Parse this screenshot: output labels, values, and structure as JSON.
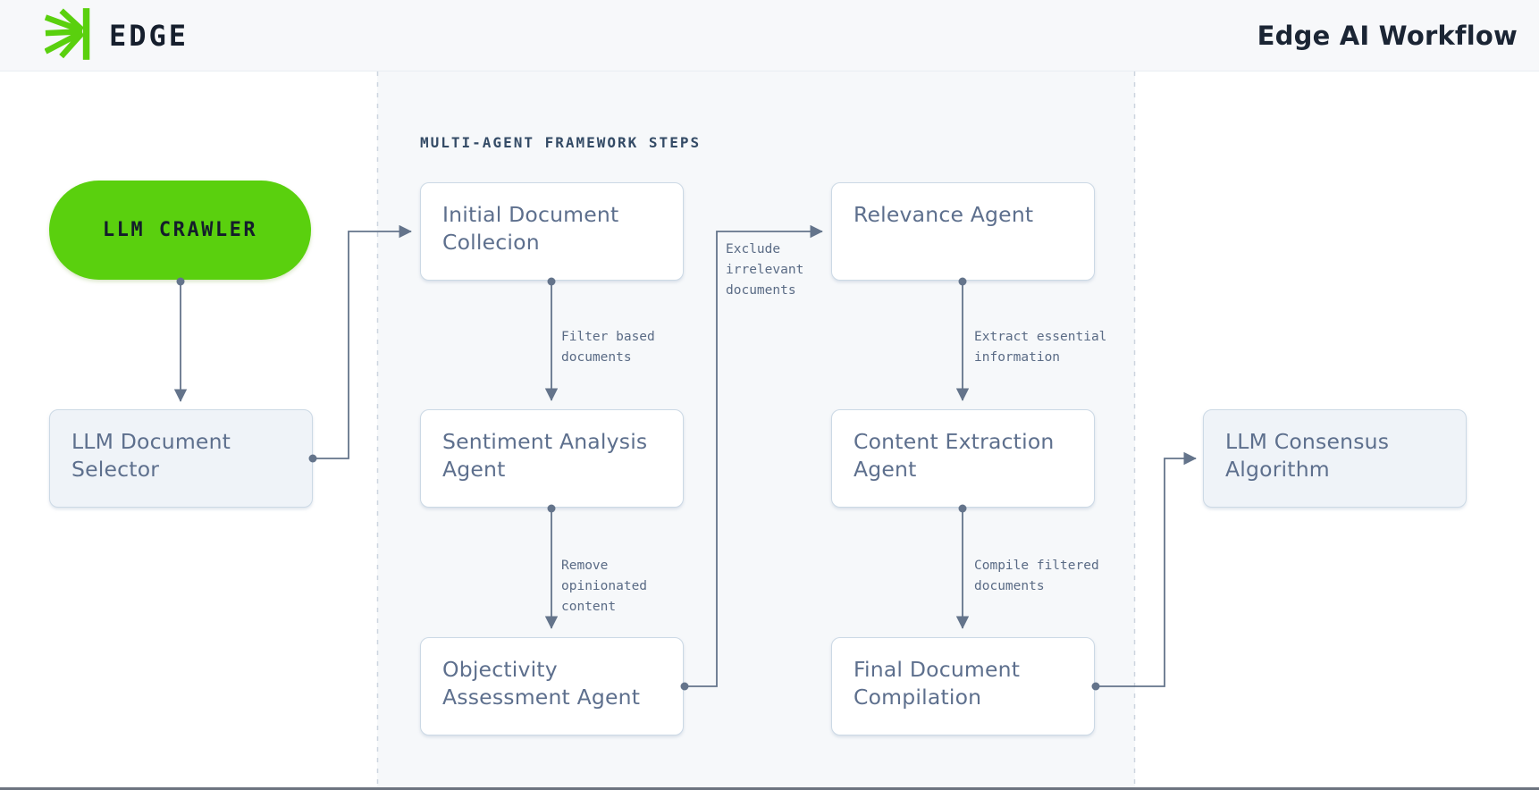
{
  "header": {
    "brand": "EDGE",
    "title": "Edge AI Workflow"
  },
  "section_label": "MULTI-AGENT FRAMEWORK STEPS",
  "nodes": {
    "crawler": {
      "label": "LLM CRAWLER",
      "shape": "pill",
      "fill": "#5ad00e"
    },
    "selector": {
      "label": "LLM Document Selector",
      "shape": "box",
      "fill": "#eff3f8"
    },
    "initial": {
      "label": "Initial Document Collecion",
      "shape": "box",
      "fill": "#ffffff"
    },
    "sentiment": {
      "label": "Sentiment Analysis Agent",
      "shape": "box",
      "fill": "#ffffff"
    },
    "objectivity": {
      "label": "Objectivity Assessment Agent",
      "shape": "box",
      "fill": "#ffffff"
    },
    "relevance": {
      "label": "Relevance Agent",
      "shape": "box",
      "fill": "#ffffff"
    },
    "content": {
      "label": "Content Extraction Agent",
      "shape": "box",
      "fill": "#ffffff"
    },
    "final": {
      "label": "Final Document Compilation",
      "shape": "box",
      "fill": "#ffffff"
    },
    "consensus": {
      "label": "LLM Consensus Algorithm",
      "shape": "box",
      "fill": "#eff3f8"
    }
  },
  "edges": [
    {
      "from": "crawler",
      "to": "selector",
      "label": ""
    },
    {
      "from": "selector",
      "to": "initial",
      "label": ""
    },
    {
      "from": "initial",
      "to": "sentiment",
      "label": "Filter based\ndocuments"
    },
    {
      "from": "sentiment",
      "to": "objectivity",
      "label": "Remove\nopinionated\ncontent"
    },
    {
      "from": "objectivity",
      "to": "relevance",
      "label": "Exclude\nirrelevant\ndocuments"
    },
    {
      "from": "relevance",
      "to": "content",
      "label": "Extract essential\ninformation"
    },
    {
      "from": "content",
      "to": "final",
      "label": "Compile filtered\ndocuments"
    },
    {
      "from": "final",
      "to": "consensus",
      "label": ""
    }
  ],
  "colors": {
    "accent_green": "#5ad00e",
    "connector": "#64748b",
    "node_border": "#ccd9e5",
    "node_text": "#5d6f8d",
    "band_bg": "#f6f8fa",
    "header_bg": "#f7f8fa",
    "dashed_line": "#cdd5df",
    "title_text": "#1b2534"
  }
}
